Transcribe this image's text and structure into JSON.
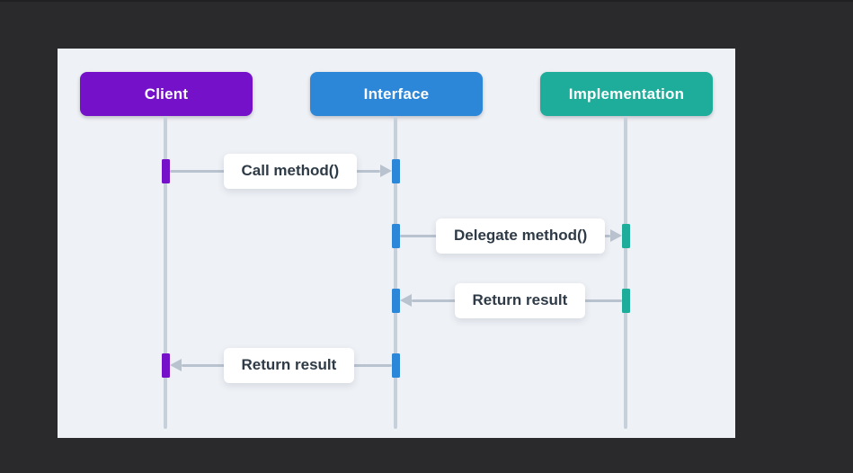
{
  "canvas": {
    "background_color": "#2a2a2c",
    "panel_background_color": "#eef1f5",
    "lifeline_color": "#c7d0da",
    "arrow_color": "#b9c3cf",
    "label_text_color": "#2e3a46"
  },
  "diagram": {
    "type": "sequence-diagram",
    "actors": [
      {
        "id": "client",
        "label": "Client",
        "color": "#7512c9"
      },
      {
        "id": "interface",
        "label": "Interface",
        "color": "#2d87d9"
      },
      {
        "id": "implementation",
        "label": "Implementation",
        "color": "#1fad9b"
      }
    ],
    "messages": [
      {
        "label": "Call method()",
        "from": "client",
        "to": "interface",
        "direction": "right"
      },
      {
        "label": "Delegate method()",
        "from": "interface",
        "to": "implementation",
        "direction": "right"
      },
      {
        "label": "Return result",
        "from": "implementation",
        "to": "interface",
        "direction": "left"
      },
      {
        "label": "Return result",
        "from": "interface",
        "to": "client",
        "direction": "left"
      }
    ]
  }
}
